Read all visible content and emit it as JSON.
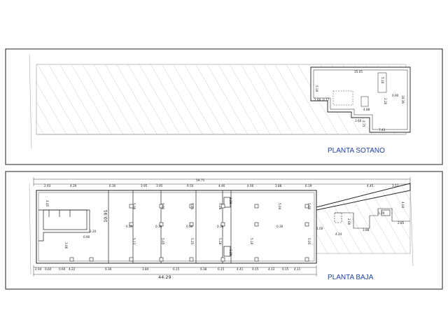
{
  "panels": {
    "sotano": {
      "title": "PLANTA SOTANO"
    },
    "baja": {
      "title": "PLANTA BAJA"
    }
  },
  "sotano_dims": {
    "top": "15.05",
    "left_small": "5.16",
    "inner_v": "5.10",
    "right": "10.36",
    "d1": "2.60",
    "d2": "0.17",
    "d3": "2.20",
    "d4": "4.88",
    "d5": "3.60",
    "d6": "2.75",
    "d7": "7.43",
    "d8": "0.90"
  },
  "baja_dims": {
    "overall_top": "59.75",
    "overall_bottom": "44.29",
    "height": "10.91",
    "top_row": [
      "2.93",
      "4.29",
      "6.30",
      "3.95",
      "3.95",
      "9.50",
      "4.46",
      "4.00",
      "3.88",
      "6.19",
      "4.45",
      "3.53"
    ],
    "bottom_row": [
      "2.94",
      "0.60",
      "4.22",
      "6.30",
      "3.84",
      "6.38",
      "4.41",
      "0.15",
      "4.13",
      "0.15",
      "4.11"
    ],
    "bottom_small": [
      "0.60",
      "0.15",
      "0.15"
    ],
    "mid_row_a": [
      "5.00",
      "5.05",
      "5.25",
      "5.28",
      "5.04",
      "5.05"
    ],
    "mid_row_b": [
      "5.13",
      "5.05",
      "5.25",
      "5.28",
      "5.10",
      "5.05"
    ],
    "left_labels": [
      "4.45",
      "2.20",
      "3.06",
      "0.90"
    ],
    "small_labels": [
      "0.30",
      "0.30",
      "0.30",
      "0.30",
      "0.30"
    ],
    "misc": [
      "1.29",
      "1.28",
      "2.00",
      "4.24",
      "3.88",
      "4.04",
      "2.85",
      "1.20",
      "1.00"
    ]
  }
}
